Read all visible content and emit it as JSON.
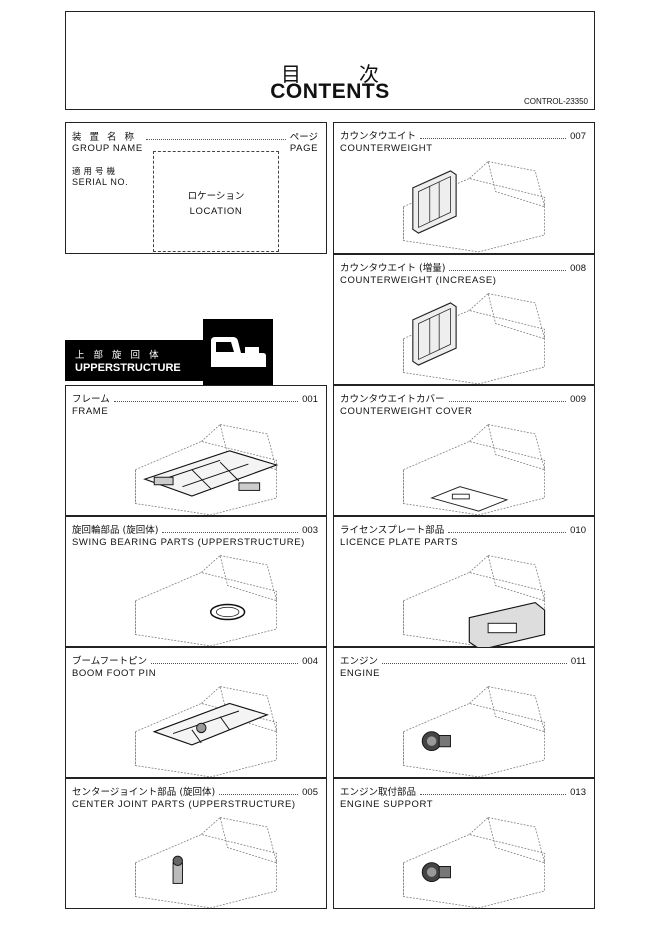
{
  "header": {
    "title_jp": "目次",
    "title_en": "CONTENTS",
    "doc_code": "CONTROL-23350"
  },
  "legend": {
    "group_name_jp": "装置名称",
    "group_name_en": "GROUP NAME",
    "page_jp": "ページ",
    "page_en": "PAGE",
    "serial_jp": "適用号機",
    "serial_en": "SERIAL NO.",
    "location_jp": "ロケーション",
    "location_en": "LOCATION"
  },
  "section": {
    "title_jp": "上 部 旋 回 体",
    "title_en": "UPPERSTRUCTURE",
    "icon": "excavator-cab-icon"
  },
  "items": [
    {
      "jp": "フレーム",
      "en": "FRAME",
      "page": "001",
      "icon": "frame-illustration"
    },
    {
      "jp": "旋回輪部品 (旋回体)",
      "en": "SWING BEARING PARTS (UPPERSTRUCTURE)",
      "page": "003",
      "icon": "swing-bearing-illustration"
    },
    {
      "jp": "ブームフートピン",
      "en": "BOOM FOOT PIN",
      "page": "004",
      "icon": "boom-foot-pin-illustration"
    },
    {
      "jp": "センタージョイント部品 (旋回体)",
      "en": "CENTER JOINT PARTS (UPPERSTRUCTURE)",
      "page": "005",
      "icon": "center-joint-illustration"
    },
    {
      "jp": "カウンタウエイト",
      "en": "COUNTERWEIGHT",
      "page": "007",
      "icon": "counterweight-illustration"
    },
    {
      "jp": "カウンタウエイト (増量)",
      "en": "COUNTERWEIGHT (INCREASE)",
      "page": "008",
      "icon": "counterweight-increase-illustration"
    },
    {
      "jp": "カウンタウエイトカバー",
      "en": "COUNTERWEIGHT COVER",
      "page": "009",
      "icon": "counterweight-cover-illustration"
    },
    {
      "jp": "ライセンスプレート部品",
      "en": "LICENCE PLATE PARTS",
      "page": "010",
      "icon": "licence-plate-illustration"
    },
    {
      "jp": "エンジン",
      "en": "ENGINE",
      "page": "011",
      "icon": "engine-illustration"
    },
    {
      "jp": "エンジン取付部品",
      "en": "ENGINE SUPPORT",
      "page": "013",
      "icon": "engine-support-illustration"
    }
  ]
}
